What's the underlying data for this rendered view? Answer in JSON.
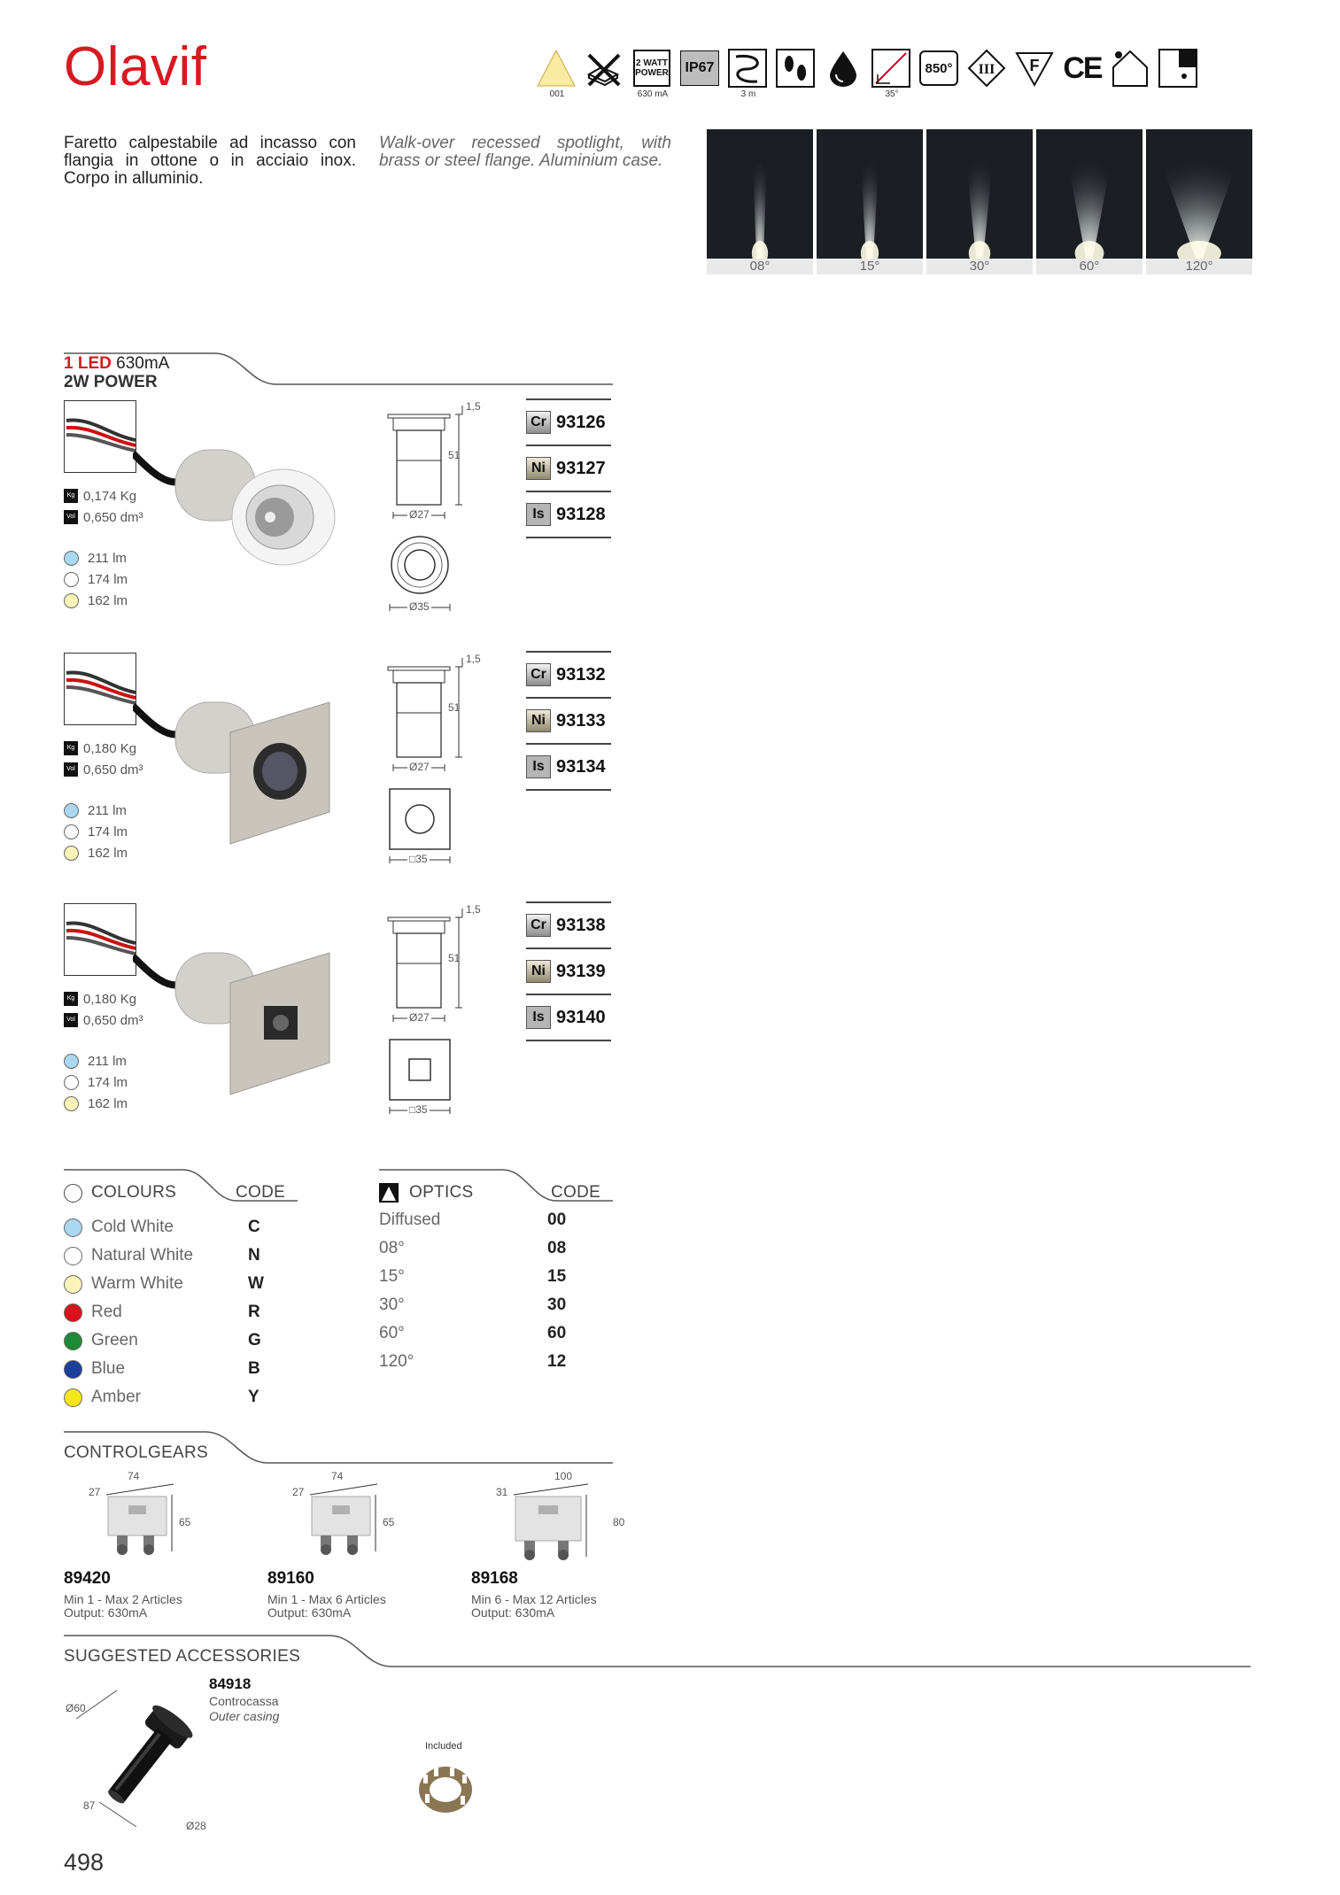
{
  "title": "Olavif",
  "header_icons": [
    {
      "name": "triangle-icon",
      "caption": "001"
    },
    {
      "name": "no-insulation-icon",
      "caption": ""
    },
    {
      "name": "watt-power-icon",
      "label_top": "2 WATT",
      "label_bottom": "POWER",
      "caption": "630 mA"
    },
    {
      "name": "ip-rating-icon",
      "label": "IP67",
      "caption": ""
    },
    {
      "name": "cable-icon",
      "caption": "3 m"
    },
    {
      "name": "walk-over-icon",
      "caption": ""
    },
    {
      "name": "water-drop-icon",
      "caption": ""
    },
    {
      "name": "angle-icon",
      "caption": "35°"
    },
    {
      "name": "temperature-icon",
      "label": "850°",
      "caption": ""
    },
    {
      "name": "class-iii-icon",
      "label": "III",
      "caption": ""
    },
    {
      "name": "f-mark-icon",
      "label": "F",
      "caption": ""
    },
    {
      "name": "ce-mark-icon",
      "label": "CE",
      "caption": ""
    },
    {
      "name": "house-icon",
      "caption": ""
    },
    {
      "name": "recessed-icon",
      "caption": ""
    }
  ],
  "description_it": "Faretto calpestabile ad incasso con flangia in ottone o in acciaio inox. Corpo in alluminio.",
  "description_en": "Walk-over recessed spotlight, with brass or steel flange. Aluminium case.",
  "beams": [
    {
      "label": "08°",
      "spread": 0.08
    },
    {
      "label": "15°",
      "spread": 0.15
    },
    {
      "label": "30°",
      "spread": 0.3
    },
    {
      "label": "60°",
      "spread": 0.6
    },
    {
      "label": "120°",
      "spread": 1.2
    }
  ],
  "led_section": {
    "led_label": "1 LED",
    "current": "630mA",
    "power": "2W POWER"
  },
  "products": [
    {
      "weight": "0,174 Kg",
      "volume": "0,650 dm³",
      "lumens": [
        "211 lm",
        "174 lm",
        "162 lm"
      ],
      "dims": {
        "top": "1,5",
        "height": "51",
        "diameter": "Ø27",
        "flange": "Ø35"
      },
      "shape": "round",
      "codes": [
        {
          "badge": "Cr",
          "num": "93126"
        },
        {
          "badge": "Ni",
          "num": "93127"
        },
        {
          "badge": "Is",
          "num": "93128"
        }
      ]
    },
    {
      "weight": "0,180 Kg",
      "volume": "0,650 dm³",
      "lumens": [
        "211 lm",
        "174 lm",
        "162 lm"
      ],
      "dims": {
        "top": "1,5",
        "height": "51",
        "diameter": "Ø27",
        "flange": "□35"
      },
      "shape": "square-round",
      "codes": [
        {
          "badge": "Cr",
          "num": "93132"
        },
        {
          "badge": "Ni",
          "num": "93133"
        },
        {
          "badge": "Is",
          "num": "93134"
        }
      ]
    },
    {
      "weight": "0,180 Kg",
      "volume": "0,650 dm³",
      "lumens": [
        "211 lm",
        "174 lm",
        "162 lm"
      ],
      "dims": {
        "top": "1,5",
        "height": "51",
        "diameter": "Ø27",
        "flange": "□35"
      },
      "shape": "square-square",
      "codes": [
        {
          "badge": "Cr",
          "num": "93138"
        },
        {
          "badge": "Ni",
          "num": "93139"
        },
        {
          "badge": "Is",
          "num": "93140"
        }
      ]
    }
  ],
  "colours": {
    "heading": "COLOURS",
    "code_heading": "CODE",
    "items": [
      {
        "label": "Cold White",
        "code": "C",
        "color": "#a9d8f0"
      },
      {
        "label": "Natural White",
        "code": "N",
        "color": "#ffffff"
      },
      {
        "label": "Warm White",
        "code": "W",
        "color": "#fbf3b8"
      },
      {
        "label": "Red",
        "code": "R",
        "color": "#d7141b"
      },
      {
        "label": "Green",
        "code": "G",
        "color": "#1f8a35"
      },
      {
        "label": "Blue",
        "code": "B",
        "color": "#1b3f9a"
      },
      {
        "label": "Amber",
        "code": "Y",
        "color": "#f8e61c"
      }
    ]
  },
  "optics": {
    "heading": "OPTICS",
    "code_heading": "CODE",
    "items": [
      {
        "label": "Diffused",
        "code": "00"
      },
      {
        "label": "08°",
        "code": "08"
      },
      {
        "label": "15°",
        "code": "15"
      },
      {
        "label": "30°",
        "code": "30"
      },
      {
        "label": "60°",
        "code": "60"
      },
      {
        "label": "120°",
        "code": "12"
      }
    ]
  },
  "controlgears": {
    "heading": "CONTROLGEARS",
    "items": [
      {
        "code": "89420",
        "line1": "Min 1 - Max 2 Articles",
        "line2": "Output: 630mA",
        "w": "74",
        "d": "27",
        "h": "65"
      },
      {
        "code": "89160",
        "line1": "Min 1 - Max 6 Articles",
        "line2": "Output: 630mA",
        "w": "74",
        "d": "27",
        "h": "65"
      },
      {
        "code": "89168",
        "line1": "Min 6 - Max 12 Articles",
        "line2": "Output: 630mA",
        "w": "100",
        "d": "31",
        "h": "80"
      }
    ]
  },
  "accessories": {
    "heading": "SUGGESTED ACCESSORIES",
    "code": "84918",
    "name_it": "Controcassa",
    "name_en": "Outer casing",
    "dims": {
      "d1": "Ø60",
      "len": "87",
      "d2": "Ø28"
    },
    "included": "Included"
  },
  "page_number": "498",
  "colors": {
    "brand_red": "#d71920",
    "rule": "#555555"
  }
}
